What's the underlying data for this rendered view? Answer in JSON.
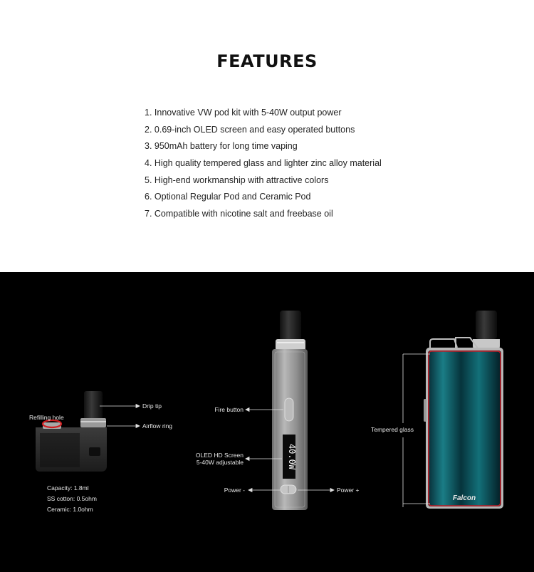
{
  "heading": "FEATURES",
  "features": [
    "1. Innovative VW pod kit with 5-40W output power",
    "2. 0.69-inch OLED screen and easy operated buttons",
    "3. 950mAh battery for long time vaping",
    "4. High quality tempered glass and lighter zinc alloy material",
    "5. High-end workmanship with attractive colors",
    "6. Optional Regular Pod and Ceramic Pod",
    "7. Compatible with nicotine salt and freebase oil"
  ],
  "pod": {
    "refilling_hole": "Refilling hole",
    "drip_tip": "Drip tip",
    "airflow_ring": "Airflow ring",
    "specs": [
      "Capacity: 1.8ml",
      "SS cotton: 0.5ohm",
      "Ceramic: 1.0ohm"
    ]
  },
  "side": {
    "fire_button": "Fire button",
    "oled_line1": "OLED HD Screen",
    "oled_line2": "5-40W adjustable",
    "power_minus": "Power -",
    "power_plus": "Power +",
    "screen_text": "40.0W"
  },
  "front": {
    "tempered_glass": "Tempered glass",
    "brand": "Falcon"
  },
  "colors": {
    "background_dark": "#000000",
    "glass_teal": "#0e5a63",
    "frame_red": "#c0202a",
    "body_silver": "#9a9a9a"
  }
}
